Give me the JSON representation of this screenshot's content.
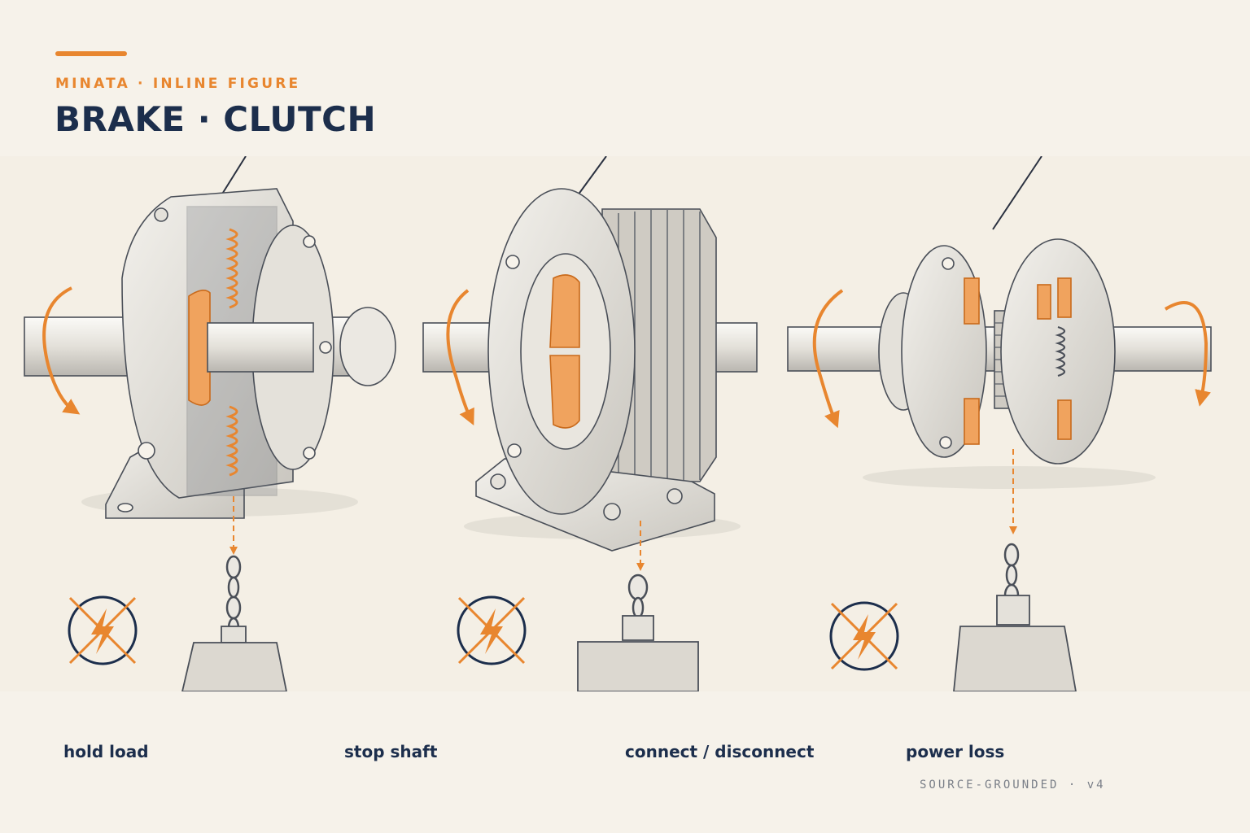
{
  "header": {
    "eyebrow": "MINATA · INLINE FIGURE",
    "title": "BRAKE · CLUTCH"
  },
  "captions": [
    {
      "label": "hold load"
    },
    {
      "label": "stop shaft"
    },
    {
      "label": "connect / disconnect"
    },
    {
      "label": "power loss"
    }
  ],
  "footer": {
    "tag": "SOURCE-GROUNDED · v4"
  },
  "colors": {
    "accent": "#e8862f",
    "navy": "#1c2e4c",
    "muted": "#7a7f88",
    "ink": "#4a4f58",
    "metal": "#e4e1da"
  },
  "icons": [
    "rotation-arrow-icon",
    "no-power-icon",
    "chain-icon",
    "weight-icon"
  ]
}
